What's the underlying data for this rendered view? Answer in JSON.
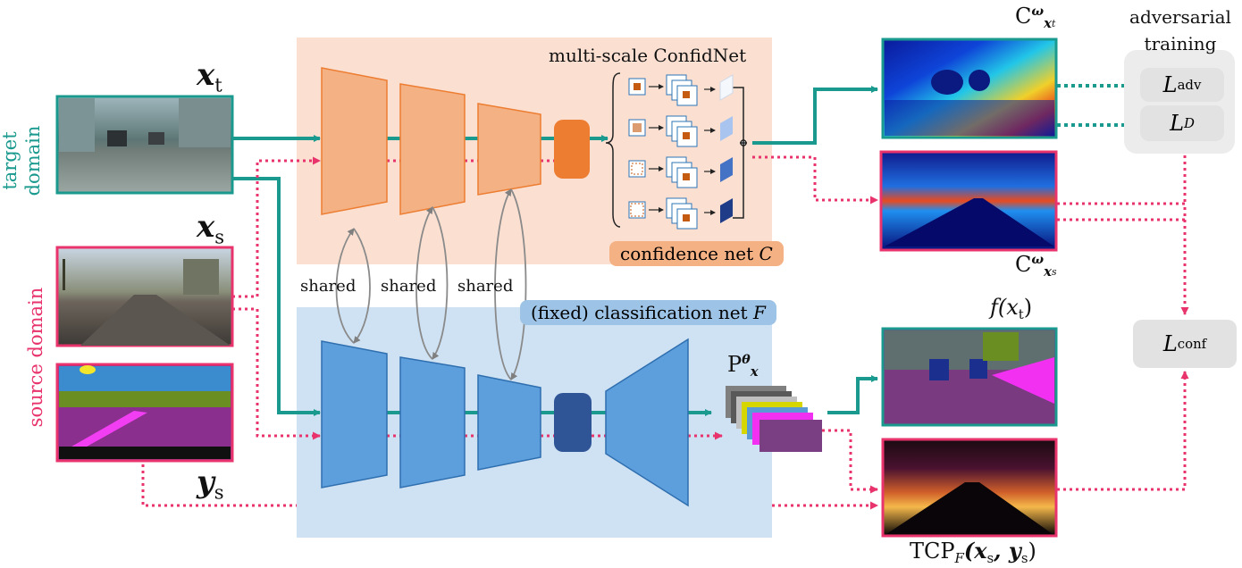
{
  "labels": {
    "xt": "x",
    "xt_sub": "t",
    "xs": "x",
    "xs_sub": "s",
    "ys": "y",
    "ys_sub": "s",
    "target_domain": "target domain",
    "source_domain": "source domain",
    "multiscale": "multi-scale ConfidNet",
    "confidence_net": "confidence net",
    "confidence_net_sym": "C",
    "classification_net": "(fixed) classification net",
    "classification_net_sym": "F",
    "shared": "shared",
    "adversarial_1": "adversarial",
    "adversarial_2": "training",
    "L_adv": "L",
    "L_adv_sub": "adv",
    "L_D": "L",
    "L_D_sub": "D",
    "L_conf": "L",
    "L_conf_sub": "conf",
    "C_xt": "C",
    "C_xs": "C",
    "omega": "ω",
    "P_theta": "P",
    "theta": "θ",
    "x": "x",
    "f_xt": "f(x",
    "f_xt_sub": "t",
    "f_xt_close": ")",
    "tcp": "TCP",
    "tcp_sub": "F",
    "tcp_args_x": "(x",
    "tcp_args_sub1": "s",
    "tcp_args_y": ", y",
    "tcp_args_sub2": "s",
    "tcp_close": ")"
  },
  "colors": {
    "teal": "#1a9a8e",
    "pink": "#e8336c",
    "orange_panel": "#fbe0d2",
    "orange_block": "#f4b184",
    "blue_panel": "#cfe2f3",
    "blue_block": "#5c9fdc",
    "dark_blue": "#2f5597",
    "orange_dark": "#ed7d31",
    "grey_loss": "#e2e2e2"
  }
}
